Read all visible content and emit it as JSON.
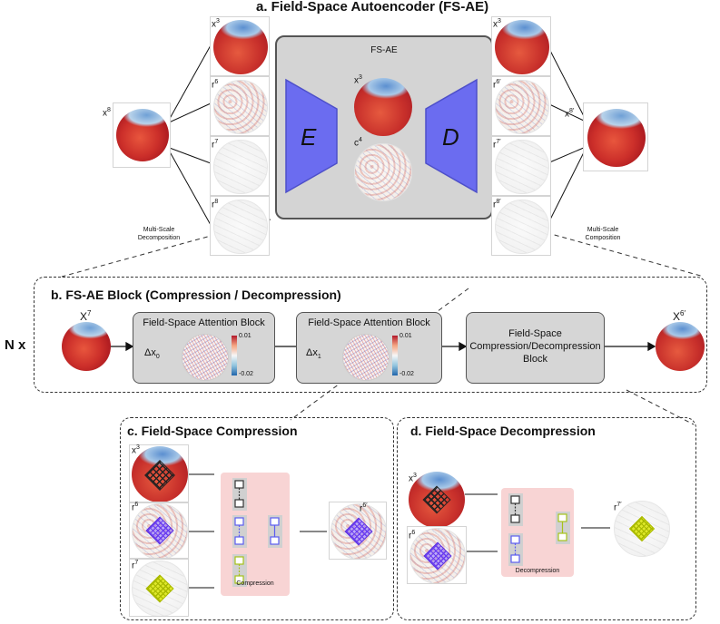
{
  "titles": {
    "a": "a. Field-Space Autoencoder (FS-AE)",
    "b": "b. FS-AE Block (Compression / Decompression)",
    "c": "c. Field-Space Compression",
    "d": "d. Field-Space Decompression",
    "nx": "N x"
  },
  "section_a": {
    "input_label": "x",
    "input_sup": "8",
    "left_labels": [
      {
        "base": "x",
        "sup": "3"
      },
      {
        "base": "r",
        "sup": "6"
      },
      {
        "base": "r",
        "sup": "7"
      },
      {
        "base": "r",
        "sup": "8"
      }
    ],
    "right_labels": [
      {
        "base": "x",
        "sup": "3"
      },
      {
        "base": "r",
        "sup": "6′"
      },
      {
        "base": "r",
        "sup": "7′"
      },
      {
        "base": "r",
        "sup": "8′"
      }
    ],
    "output_label": "x",
    "output_sup": "8′",
    "left_caption": "Multi-Scale\nDecomposition",
    "right_caption": "Multi-Scale\nComposition",
    "fsae": {
      "title": "FS-AE",
      "encoder": "E",
      "decoder": "D",
      "latent_label": "x",
      "latent_sup": "3",
      "code_label": "c",
      "code_sup": "4"
    }
  },
  "section_b": {
    "input_label": "X",
    "input_sup": "7",
    "output_label": "X",
    "output_sup": "6′",
    "attn1": {
      "title": "Field-Space Attention Block",
      "delta": "Δx",
      "sub": "0",
      "cbar_max": "0.01",
      "cbar_min": "-0.02"
    },
    "attn2": {
      "title": "Field-Space Attention Block",
      "delta": "Δx",
      "sub": "1",
      "cbar_max": "0.01",
      "cbar_min": "-0.02"
    },
    "comp_block": "Field-Space\nCompression/Decompression\nBlock"
  },
  "section_c": {
    "inputs": [
      {
        "base": "x",
        "sup": "3"
      },
      {
        "base": "r",
        "sup": "6"
      },
      {
        "base": "r",
        "sup": "7"
      }
    ],
    "output": {
      "base": "r",
      "sup": "6′"
    },
    "caption": "Compression"
  },
  "section_d": {
    "inputs": [
      {
        "base": "x",
        "sup": "3"
      },
      {
        "base": "r",
        "sup": "6"
      }
    ],
    "output": {
      "base": "r",
      "sup": "7′"
    },
    "caption": "Decompression"
  },
  "colors": {
    "encoder_decoder": "#6b6cf0",
    "gray_box": "#d4d4d4",
    "pink_box": "#f8d4d4",
    "purple_node": "#5b5cf0",
    "green_node": "#a6c21a"
  }
}
